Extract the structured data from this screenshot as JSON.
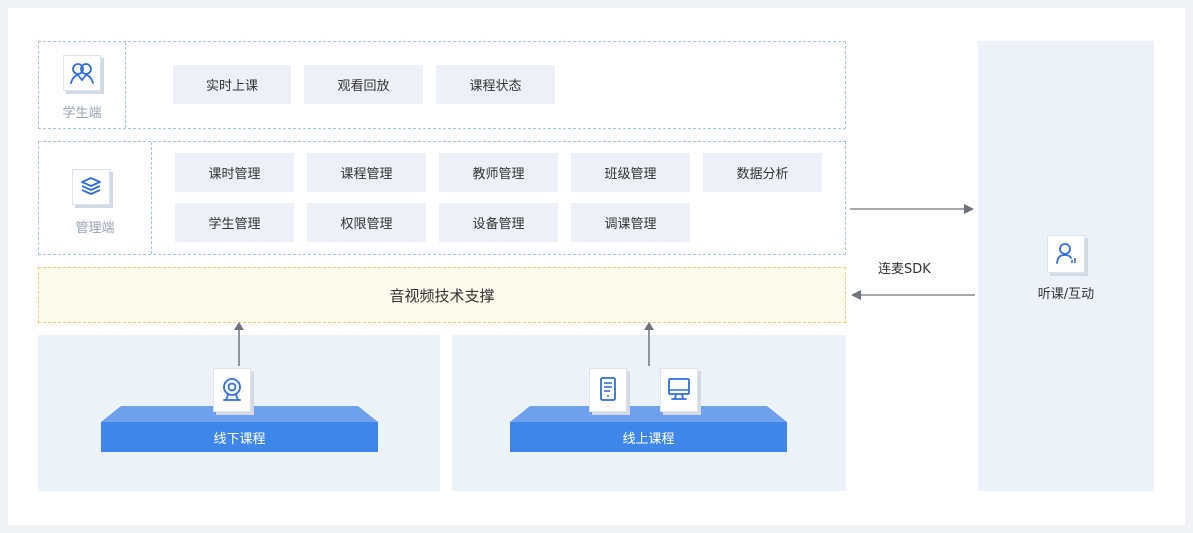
{
  "student_section": {
    "label": "学生端",
    "icon": "student-icon",
    "features": [
      "实时上课",
      "观看回放",
      "课程状态"
    ]
  },
  "admin_section": {
    "label": "管理端",
    "icon": "layers-icon",
    "features": [
      "课时管理",
      "课程管理",
      "教师管理",
      "班级管理",
      "数据分析",
      "学生管理",
      "权限管理",
      "设备管理",
      "调课管理"
    ]
  },
  "av_support": {
    "label": "音视频技术支撑"
  },
  "offline_course": {
    "label": "线下课程",
    "icons": [
      "webcam-icon"
    ]
  },
  "online_course": {
    "label": "线上课程",
    "icons": [
      "tablet-icon",
      "monitor-icon"
    ]
  },
  "connector": {
    "label": "连麦SDK"
  },
  "listener": {
    "label": "听课/互动",
    "icon": "user-chart-icon"
  },
  "colors": {
    "accent_blue": "#3f86ea",
    "icon_blue": "#2f6fe0",
    "dashed_border": "#a9c0e6",
    "yellow_bg": "#fdfbed",
    "panel_bg": "#edf1f8",
    "tile_bg": "#edf0f6"
  }
}
